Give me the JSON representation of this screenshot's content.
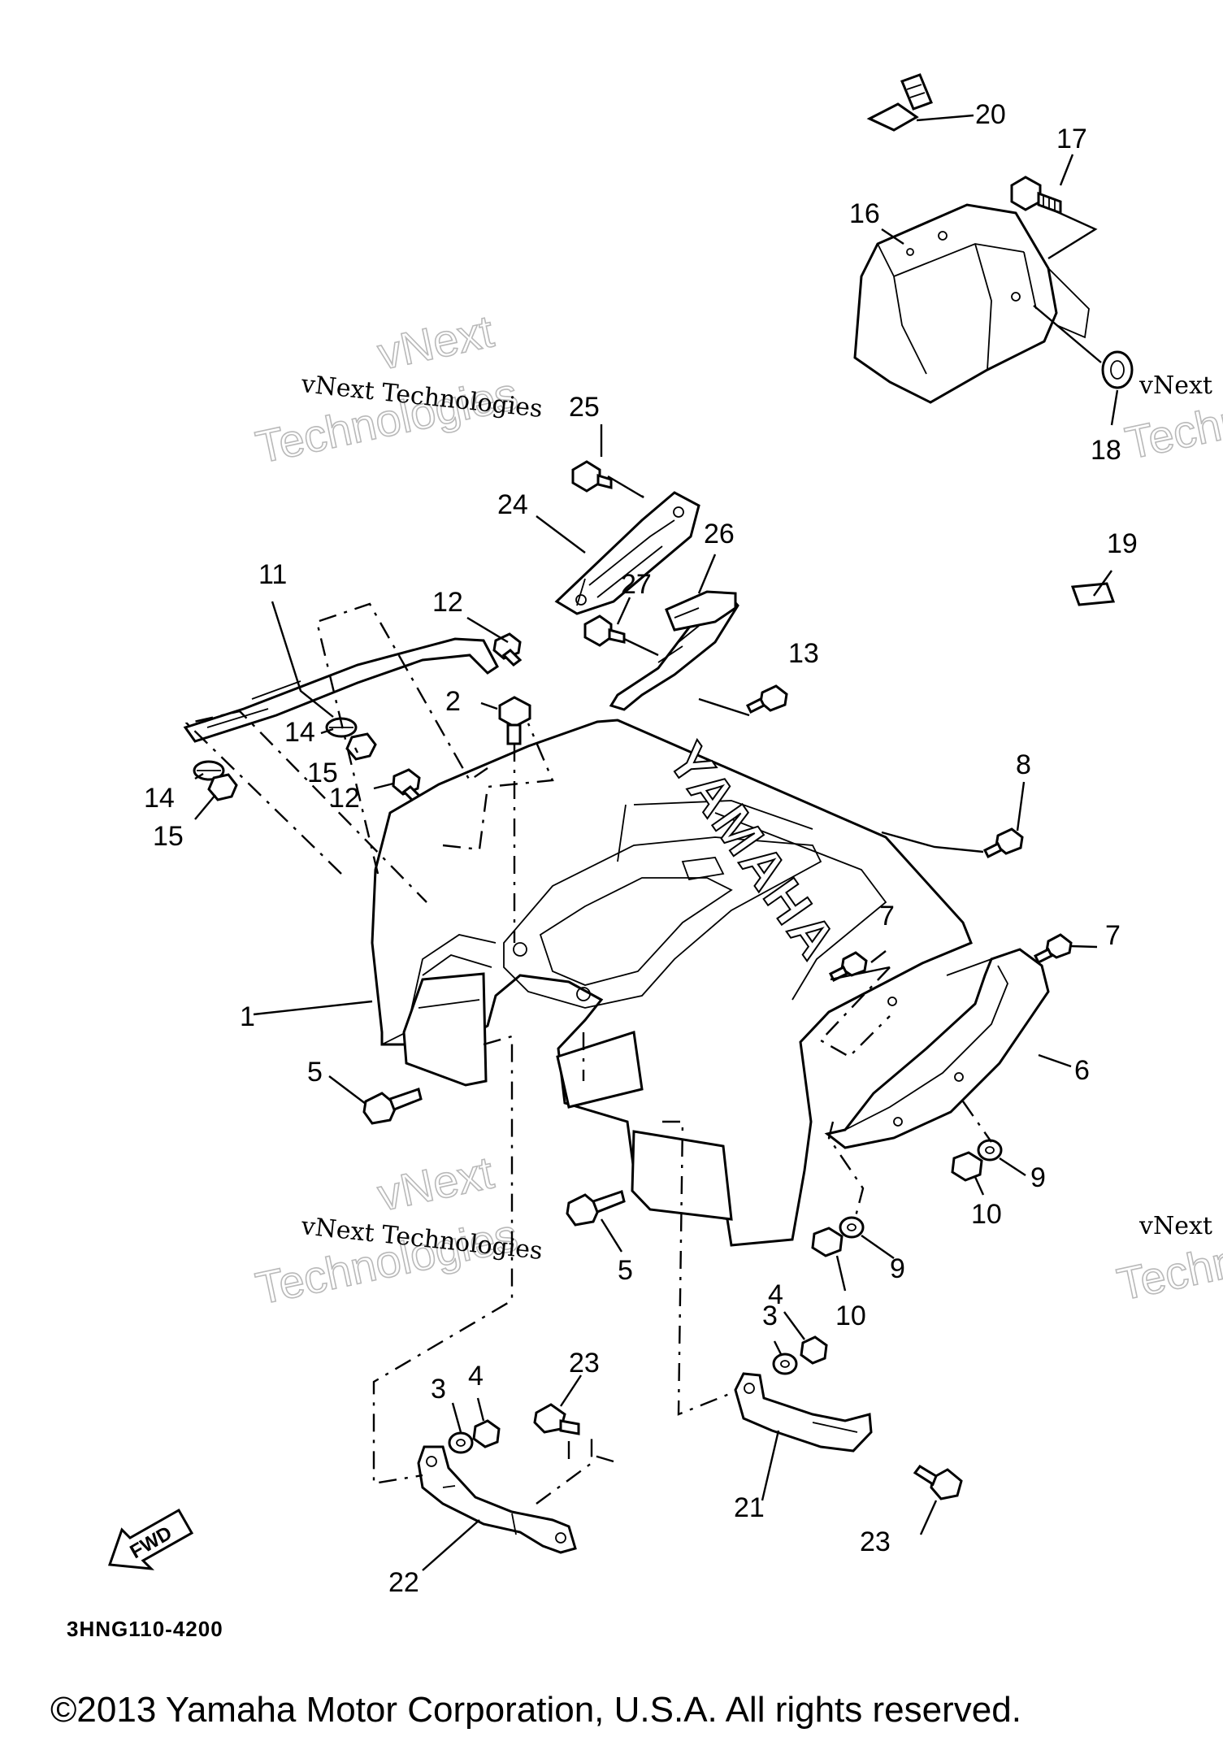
{
  "diagram_code": "3HNG110-4200",
  "copyright": "©2013 Yamaha Motor Corporation, U.S.A. All rights reserved.",
  "brand_embossed": "YAMAHA",
  "direction_arrow_label": "FWD",
  "watermark": {
    "small_text": "vNext Technologies",
    "big_line1": "vNext",
    "big_line2": "Technologies"
  },
  "callouts": {
    "c1": "1",
    "c2": "2",
    "c3a": "3",
    "c3b": "3",
    "c4a": "4",
    "c4b": "4",
    "c5a": "5",
    "c5b": "5",
    "c6": "6",
    "c7a": "7",
    "c7b": "7",
    "c8": "8",
    "c9a": "9",
    "c9b": "9",
    "c10a": "10",
    "c10b": "10",
    "c11": "11",
    "c12a": "12",
    "c12b": "12",
    "c13": "13",
    "c14a": "14",
    "c14b": "14",
    "c15a": "15",
    "c15b": "15",
    "c16": "16",
    "c17": "17",
    "c18": "18",
    "c19": "19",
    "c20": "20",
    "c21": "21",
    "c22": "22",
    "c23a": "23",
    "c23b": "23",
    "c24": "24",
    "c25": "25",
    "c26": "26",
    "c27": "27"
  }
}
